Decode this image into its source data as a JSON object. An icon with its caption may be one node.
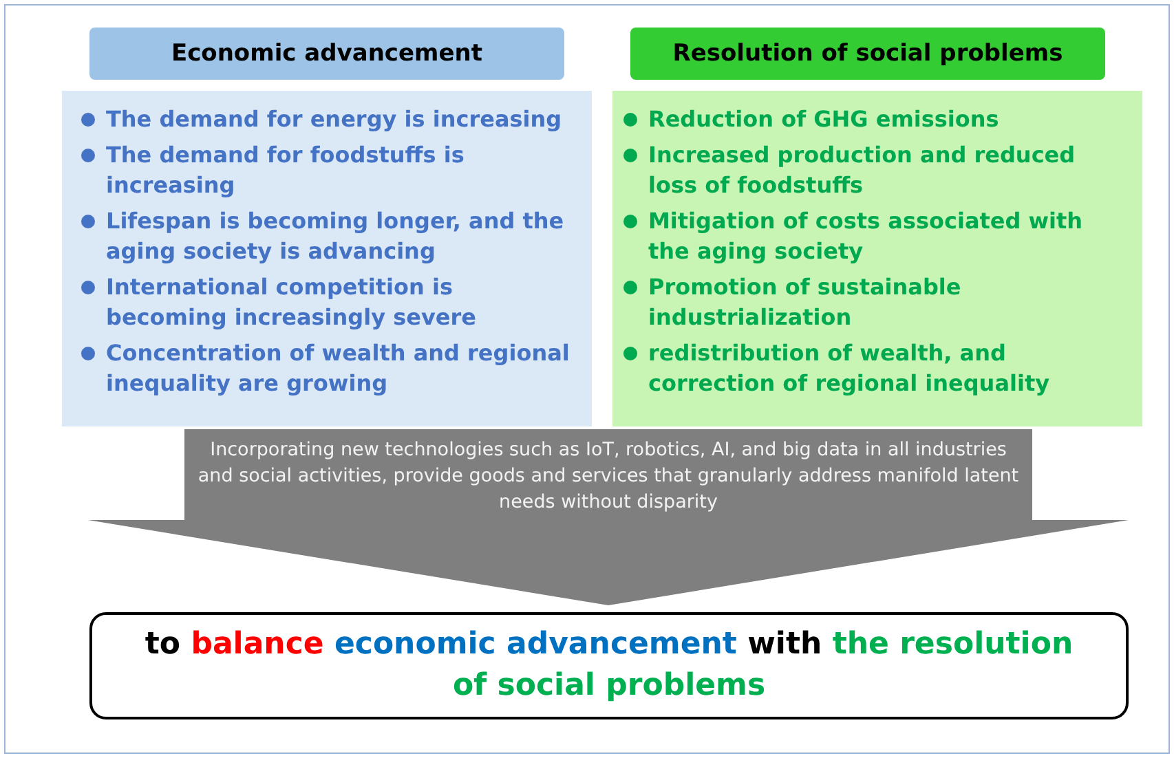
{
  "diagram": {
    "nodes": [
      {
        "text": [
          "Economic advancement"
        ]
      },
      {
        "text": [
          "The demand for energy is increasing",
          "The demand for foodstuffs is increasing",
          "Lifespan is becoming longer, and the aging society is advancing",
          "International competition is becoming increasingly severe",
          "Concentration of wealth and regional inequality are growing"
        ]
      },
      {
        "text": [
          "Resolution of social problems"
        ]
      },
      {
        "text": [
          "Reduction of GHG emissions",
          "Increased production and reduced loss of foodstuffs",
          "Mitigation of costs associated with the aging society",
          "Promotion of sustainable industrialization",
          "redistribution of wealth, and correction of regional inequality"
        ]
      },
      {
        "text": [
          "Incorporating new technologies such as IoT, robotics, AI, and big data in all industries and social activities, provide goods and services that granularly address manifold latent needs without disparity"
        ]
      },
      {
        "text": [
          "to",
          "balance",
          "economic advancement",
          "with",
          "the resolution of social problems"
        ]
      }
    ]
  }
}
